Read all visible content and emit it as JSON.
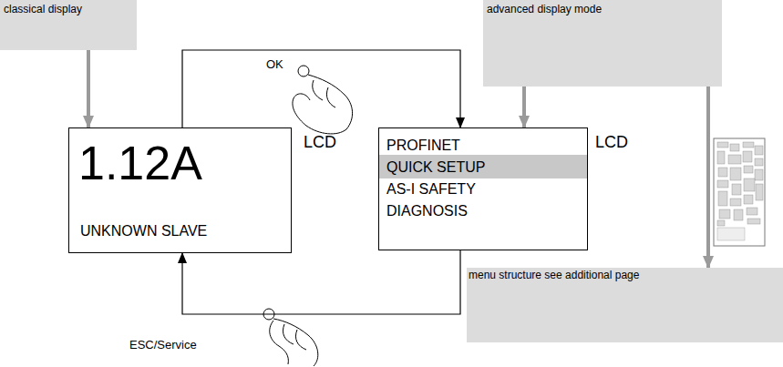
{
  "diagram": {
    "nodes": [
      {
        "text": [
          "classical display"
        ]
      },
      {
        "text": [
          "advanced display mode"
        ]
      },
      {
        "text": [
          "LCD",
          "1.12A",
          "UNKNOWN SLAVE"
        ]
      },
      {
        "text": [
          "LCD",
          "PROFINET",
          "QUICK SETUP",
          "AS-I SAFETY",
          "DIAGNOSIS"
        ]
      },
      {
        "text": [
          "menu structure see additional page"
        ]
      }
    ],
    "edges": [
      {
        "from": 0,
        "to": 2,
        "arrow": "to"
      },
      {
        "from": 1,
        "to": 3,
        "arrow": "to"
      },
      {
        "from": 1,
        "to": 4,
        "arrow": "to"
      },
      {
        "from": 2,
        "to": 3,
        "label": "OK",
        "arrow": "to"
      },
      {
        "from": 3,
        "to": 2,
        "label": "ESC/Service",
        "arrow": "to"
      }
    ]
  }
}
